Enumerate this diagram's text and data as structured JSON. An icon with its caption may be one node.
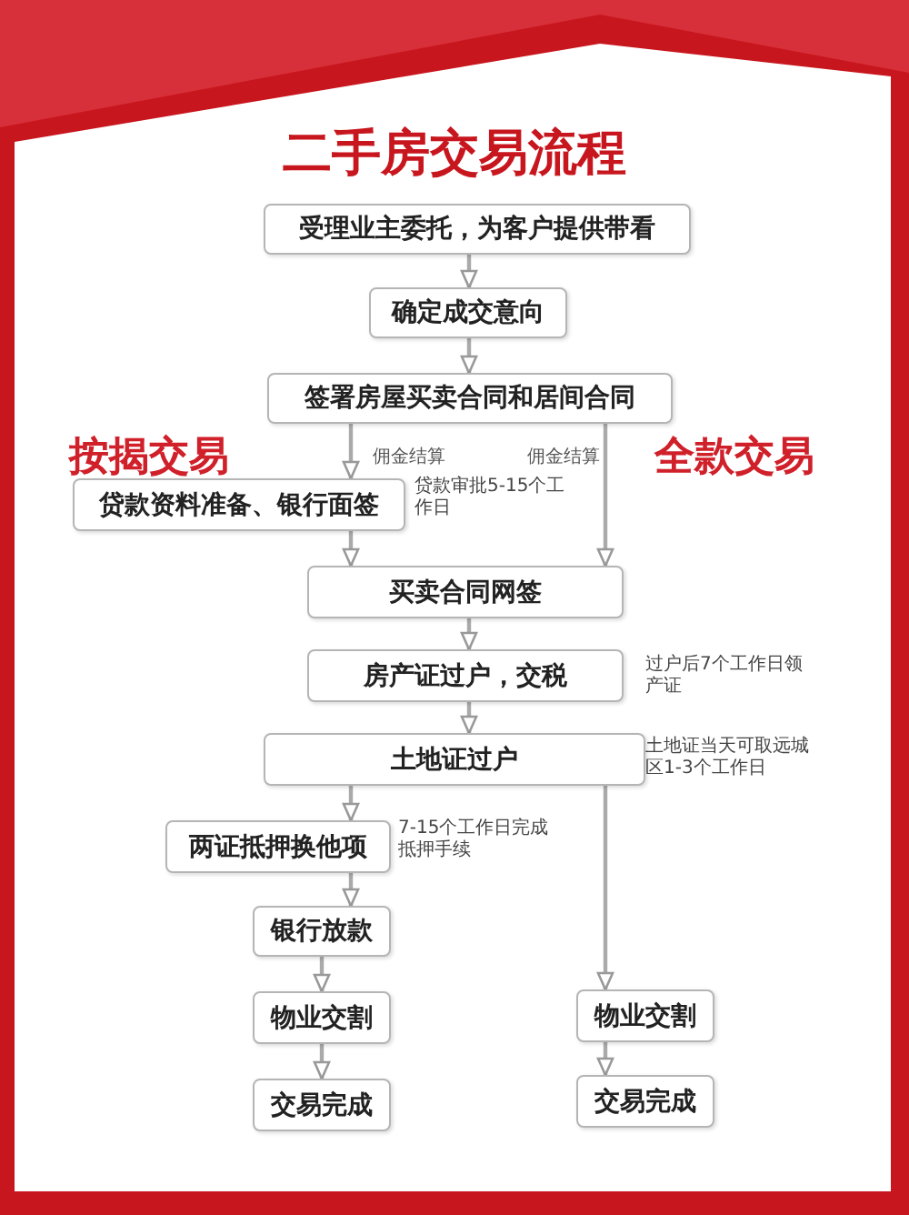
{
  "diagram": {
    "title": "二手房交易流程",
    "nodes": [
      {
        "text": [
          "受理业主委托，为客户提供带看"
        ]
      },
      {
        "text": [
          "确定成交意向"
        ]
      },
      {
        "text": [
          "签署房屋买卖合同和居间合同"
        ]
      },
      {
        "text": [
          "贷款资料准备、银行面签"
        ],
        "beside": [
          "贷款审批5-15个工作日"
        ]
      },
      {
        "text": [
          "买卖合同网签"
        ]
      },
      {
        "text": [
          "房产证过户，交税"
        ],
        "beside": [
          "过户后7个工作日领产证"
        ]
      },
      {
        "text": [
          "土地证过户"
        ],
        "beside": [
          "土地证当天可取远城区1-3个工作日"
        ]
      },
      {
        "text": [
          "两证抵押换他项"
        ],
        "beside": [
          "7-15个工作日完成抵押手续"
        ]
      },
      {
        "text": [
          "银行放款"
        ]
      },
      {
        "text": [
          "物业交割"
        ]
      },
      {
        "text": [
          "交易完成"
        ]
      },
      {
        "text": [
          "物业交割"
        ]
      },
      {
        "text": [
          "交易完成"
        ]
      }
    ],
    "edges": [
      {
        "from": 0,
        "to": 1,
        "arrow": "to"
      },
      {
        "from": 1,
        "to": 2,
        "arrow": "to"
      },
      {
        "from": 2,
        "to": 3,
        "arrow": "to",
        "label": "佣金结算"
      },
      {
        "from": 2,
        "to": 4,
        "arrow": "to",
        "label": "佣金结算"
      },
      {
        "from": 3,
        "to": 4,
        "arrow": "to"
      },
      {
        "from": 4,
        "to": 5,
        "arrow": "to"
      },
      {
        "from": 5,
        "to": 6,
        "arrow": "to"
      },
      {
        "from": 6,
        "to": 7,
        "arrow": "to"
      },
      {
        "from": 6,
        "to": 11,
        "arrow": "to"
      },
      {
        "from": 7,
        "to": 8,
        "arrow": "to"
      },
      {
        "from": 8,
        "to": 9,
        "arrow": "to"
      },
      {
        "from": 9,
        "to": 10,
        "arrow": "to"
      },
      {
        "from": 11,
        "to": 12,
        "arrow": "to"
      }
    ],
    "labels": [
      "按揭交易",
      "全款交易"
    ]
  }
}
